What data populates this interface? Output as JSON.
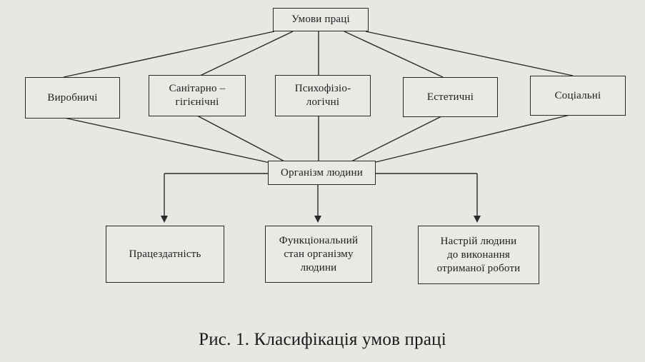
{
  "diagram": {
    "root": {
      "label": "Умови праці"
    },
    "factors": [
      {
        "label": "Виробничі"
      },
      {
        "label": "Санітарно –\nгігієнічні"
      },
      {
        "label": "Психофізіо-\nлогічні"
      },
      {
        "label": "Естетичні"
      },
      {
        "label": "Соціальні"
      }
    ],
    "center": {
      "label": "Організм людини"
    },
    "outcomes": [
      {
        "label": "Працездатність"
      },
      {
        "label": "Функціональний\nстан організму\nлюдини"
      },
      {
        "label": "Настрій людини\nдо виконання\nотриманої роботи"
      }
    ]
  },
  "caption": "Рис. 1. Класифікація умов праці",
  "colors": {
    "background": "#e9e7e4",
    "line": "#2a2a2a"
  }
}
